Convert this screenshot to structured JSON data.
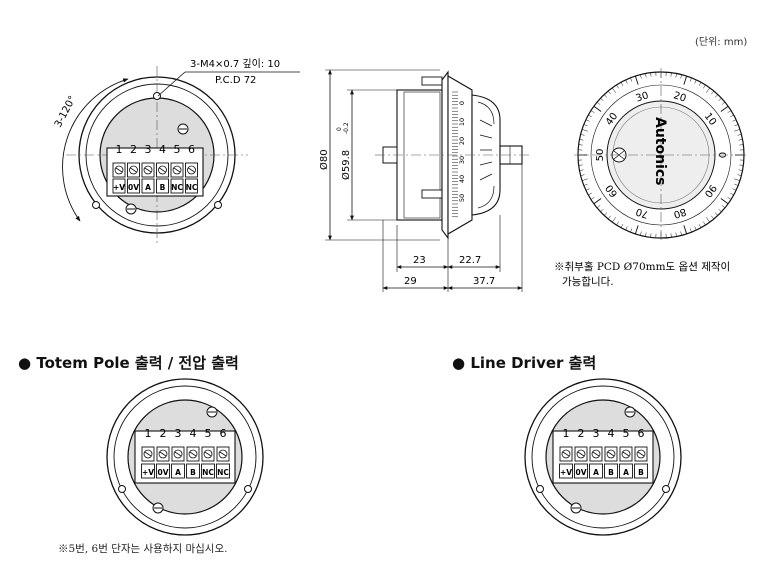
{
  "unit_label": "(단위: mm)",
  "top_views": {
    "left": {
      "callout_line1": "3-M4×0.7 깊이: 10",
      "callout_line2": "P.C.D 72",
      "angle_label": "3-120°",
      "terminal_numbers": [
        "1",
        "2",
        "3",
        "4",
        "5",
        "6"
      ],
      "terminal_labels": [
        "+V",
        "0V",
        "A",
        "B",
        "NC",
        "NC"
      ]
    },
    "side": {
      "dia_outer": "Ø80",
      "dia_inner": "Ø59.8",
      "dia_tol_upper": "0",
      "dia_tol_lower": "-0.2",
      "scale_marks": [
        "0",
        "10",
        "20",
        "30",
        "40",
        "50"
      ],
      "dim_23": "23",
      "dim_22_7": "22.7",
      "dim_29": "29",
      "dim_37_7": "37.7"
    },
    "dial": {
      "brand": "Autonics",
      "numbers": [
        "0",
        "10",
        "20",
        "30",
        "40",
        "50",
        "60",
        "70",
        "80",
        "90"
      ]
    },
    "note_line1": "※취부홀 PCD Ø70mm도 옵션 제작이",
    "note_line2": "가능합니다."
  },
  "totem": {
    "heading": "Totem Pole 출력 / 전압 출력",
    "terminal_numbers": [
      "1",
      "2",
      "3",
      "4",
      "5",
      "6"
    ],
    "terminal_labels": [
      "+V",
      "0V",
      "A",
      "B",
      "NC",
      "NC"
    ],
    "note": "※5번, 6번 단자는 사용하지 마십시오."
  },
  "line_driver": {
    "heading": "Line Driver 출력",
    "terminal_numbers": [
      "1",
      "2",
      "3",
      "4",
      "5",
      "6"
    ],
    "terminal_labels": [
      "+V",
      "0V",
      "A",
      "B",
      "A",
      "B"
    ]
  }
}
